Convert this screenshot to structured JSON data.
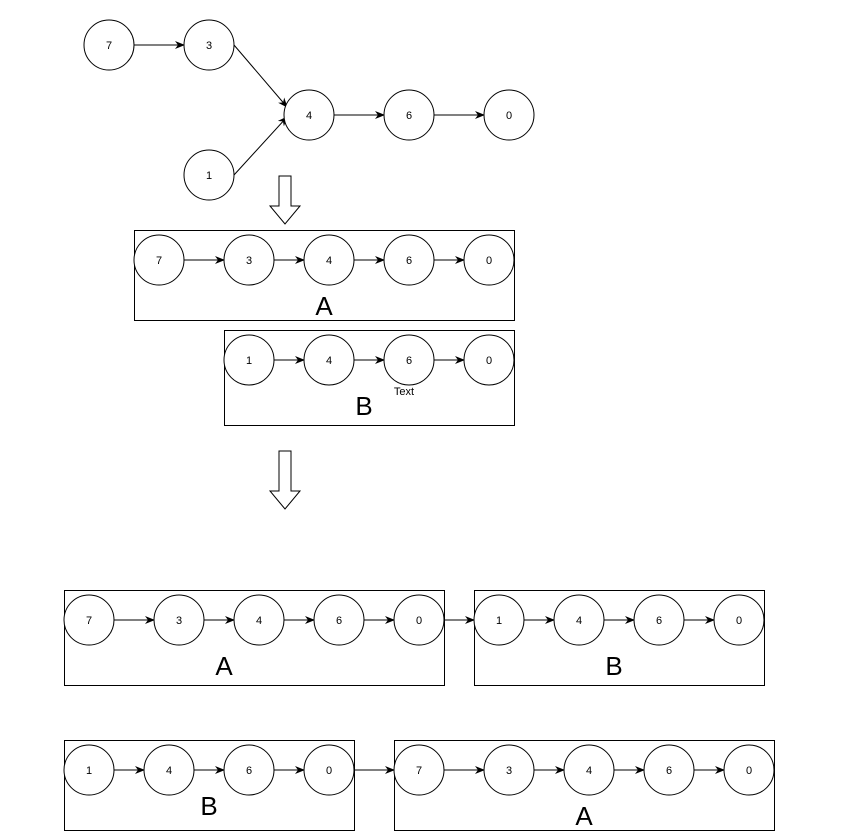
{
  "top_graph": {
    "nodes": [
      "7",
      "3",
      "1",
      "4",
      "6",
      "0"
    ]
  },
  "list_a": {
    "label": "A",
    "nodes": [
      "7",
      "3",
      "4",
      "6",
      "0"
    ]
  },
  "list_b": {
    "label": "B",
    "nodes": [
      "1",
      "4",
      "6",
      "0"
    ],
    "note": "Text"
  },
  "concat_ab": {
    "first": {
      "label": "A",
      "nodes": [
        "7",
        "3",
        "4",
        "6",
        "0"
      ]
    },
    "second": {
      "label": "B",
      "nodes": [
        "1",
        "4",
        "6",
        "0"
      ]
    }
  },
  "concat_ba": {
    "first": {
      "label": "B",
      "nodes": [
        "1",
        "4",
        "6",
        "0"
      ]
    },
    "second": {
      "label": "A",
      "nodes": [
        "7",
        "3",
        "4",
        "6",
        "0"
      ]
    }
  },
  "colors": {
    "stroke": "#000000",
    "fill": "#ffffff"
  }
}
